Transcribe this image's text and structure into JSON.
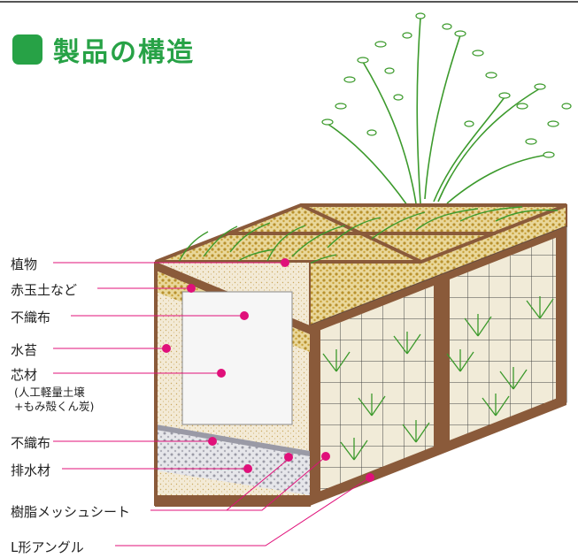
{
  "title": "製品の構造",
  "labels": {
    "plant": "植物",
    "soil": "赤玉土など",
    "nonwoven_top": "不織布",
    "moss": "水苔",
    "core": "芯材",
    "core_detail_1": "(人工軽量土壌",
    "core_detail_2": "+もみ殻くん炭)",
    "nonwoven_bottom": "不織布",
    "drain": "排水材",
    "mesh": "樹脂メッシュシート",
    "angle": "L形アングル"
  },
  "colors": {
    "title": "#27a246",
    "leader": "#e0107a",
    "frame": "#8a5a3a",
    "grass": "#3c9a2c"
  }
}
